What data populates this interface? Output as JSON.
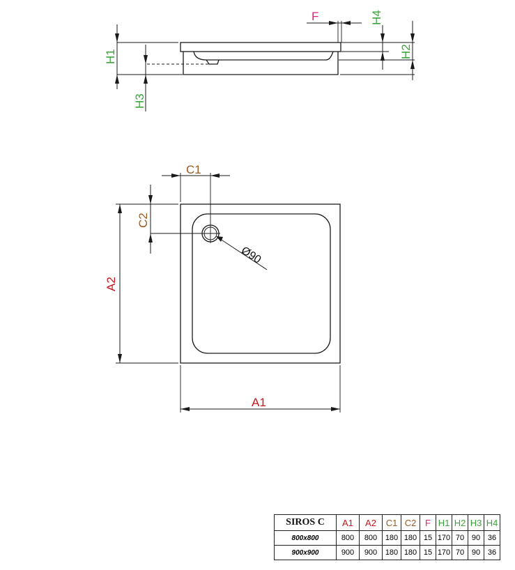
{
  "labels": {
    "F": "F",
    "H1": "H1",
    "H2": "H2",
    "H3": "H3",
    "H4": "H4",
    "C1": "C1",
    "C2": "C2",
    "A1": "A1",
    "A2": "A2",
    "drain": "Ø90"
  },
  "colors": {
    "height": "#3aa639",
    "size": "#c8151b",
    "drain_offset": "#9a5a20",
    "flange": "#e0207a",
    "line": "#1a1a1a"
  },
  "table": {
    "model": "SIROS C",
    "headers": [
      "A1",
      "A2",
      "C1",
      "C2",
      "F",
      "H1",
      "H2",
      "H3",
      "H4"
    ],
    "header_colors": [
      "#c8151b",
      "#c8151b",
      "#9a5a20",
      "#9a5a20",
      "#e0207a",
      "#3aa639",
      "#3aa639",
      "#3aa639",
      "#3aa639"
    ],
    "rows": [
      {
        "model": "800x800",
        "values": [
          "800",
          "800",
          "180",
          "180",
          "15",
          "170",
          "70",
          "90",
          "36"
        ]
      },
      {
        "model": "900x900",
        "values": [
          "900",
          "900",
          "180",
          "180",
          "15",
          "170",
          "70",
          "90",
          "36"
        ]
      }
    ]
  }
}
